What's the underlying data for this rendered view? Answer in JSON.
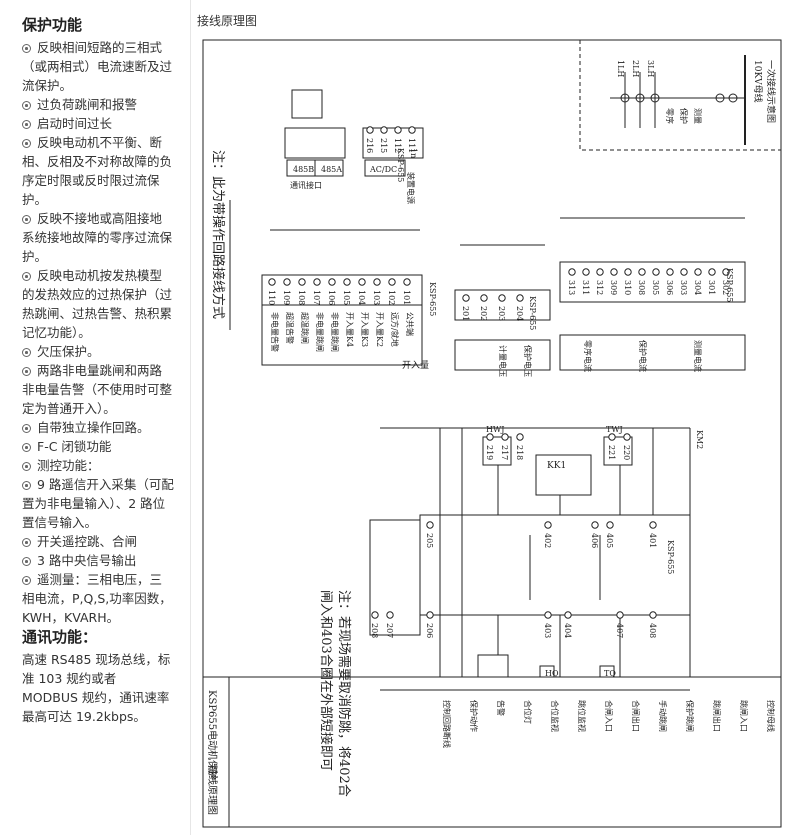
{
  "protection": {
    "title": "保护功能",
    "items": [
      "反映相间短路的三相式（或两相式）电流速断及过流保护。",
      "过负荷跳闸和报警",
      "启动时间过长",
      "反映电动机不平衡、断相、反相及不对称故障的负序定时限或反时限过流保护。",
      "反映不接地或高阻接地系统接地故障的零序过流保护。",
      "反映电动机按发热模型的发热效应的过热保护（过热跳闸、过热告警、热积累记忆功能）。",
      "欠压保护。",
      "两路非电量跳闸和两路非电量告警（不使用时可整定为普通开入）。",
      "自带独立操作回路。",
      "F-C 闭锁功能",
      "测控功能：",
      "9 路遥信开入采集（可配置为非电量输入）、2 路位置信号输入。",
      "开关遥控跳、合闸",
      "3 路中央信号输出",
      "遥测量：三相电压，三相电流，P,Q,S,功率因数，KWH，KVARH。"
    ]
  },
  "communication": {
    "title": "通讯功能：",
    "text": "高速 RS485 现场总线，标准 103 规约或者 MODBUS 规约，通讯速率最高可达 19.2kbps。"
  },
  "diagram": {
    "caption": "接线原理图",
    "note_top": "注：此为带操作回路接线方式",
    "note_mid1": "注：若现场需要取消防跳，将402合",
    "note_mid2": "闸入和403合圈在外部短接即可",
    "title_block_1": "KSP655电动机保护",
    "title_block_2": "接线原理图",
    "bus_label": "一次接线示意图",
    "bus_sub": "10KV母线",
    "pri_labels": [
      "测量",
      "保护",
      "零序"
    ],
    "pri_ct": [
      "1LH",
      "2LH",
      "3LH"
    ],
    "device_label": "KSP-655",
    "n_label": "1n",
    "comm_boxes": [
      "485B",
      "485A",
      "AC/DC"
    ],
    "comm_caption": "通讯接口",
    "power_caption": "装置电源",
    "power_terms": [
      "216",
      "215",
      "112",
      "111"
    ],
    "di_terms": [
      "110",
      "109",
      "108",
      "107",
      "106",
      "105",
      "104",
      "103",
      "102",
      "101"
    ],
    "di_labels": [
      "公共端",
      "远方/就地",
      "开入量K2",
      "开入量K3",
      "开入量K4",
      "非电量跳闸",
      "非电量跳闸",
      "超温跳闸",
      "超温告警",
      "非电量告警"
    ],
    "di_group": "开入量",
    "vt_terms": [
      "201",
      "202",
      "203",
      "204"
    ],
    "vt_caption": [
      "计量电压",
      "保护电压"
    ],
    "ct_terms": [
      "313",
      "311",
      "312",
      "309",
      "310",
      "308",
      "305",
      "306",
      "303",
      "304",
      "301",
      "302"
    ],
    "ct_caption": [
      "零序电流",
      "保护电流",
      "测量电流"
    ],
    "ctrl_terms": [
      "219",
      "217",
      "218",
      "221",
      "220",
      "205",
      "206",
      "207",
      "208",
      "401",
      "402",
      "403",
      "404",
      "405",
      "406",
      "407",
      "408"
    ],
    "coil_labels": [
      "KK1",
      "HWJ",
      "TWJ",
      "HQ",
      "TQ",
      "KM2"
    ],
    "legend_rows": [
      "控制母线",
      "跳闸入口",
      "跳闸出口",
      "保护跳闸",
      "手动跳闸",
      "合闸出口",
      "合闸入口",
      "跳位监视",
      "合位监视",
      "合位灯",
      "告警",
      "保护动作",
      "控制回路断线"
    ]
  }
}
